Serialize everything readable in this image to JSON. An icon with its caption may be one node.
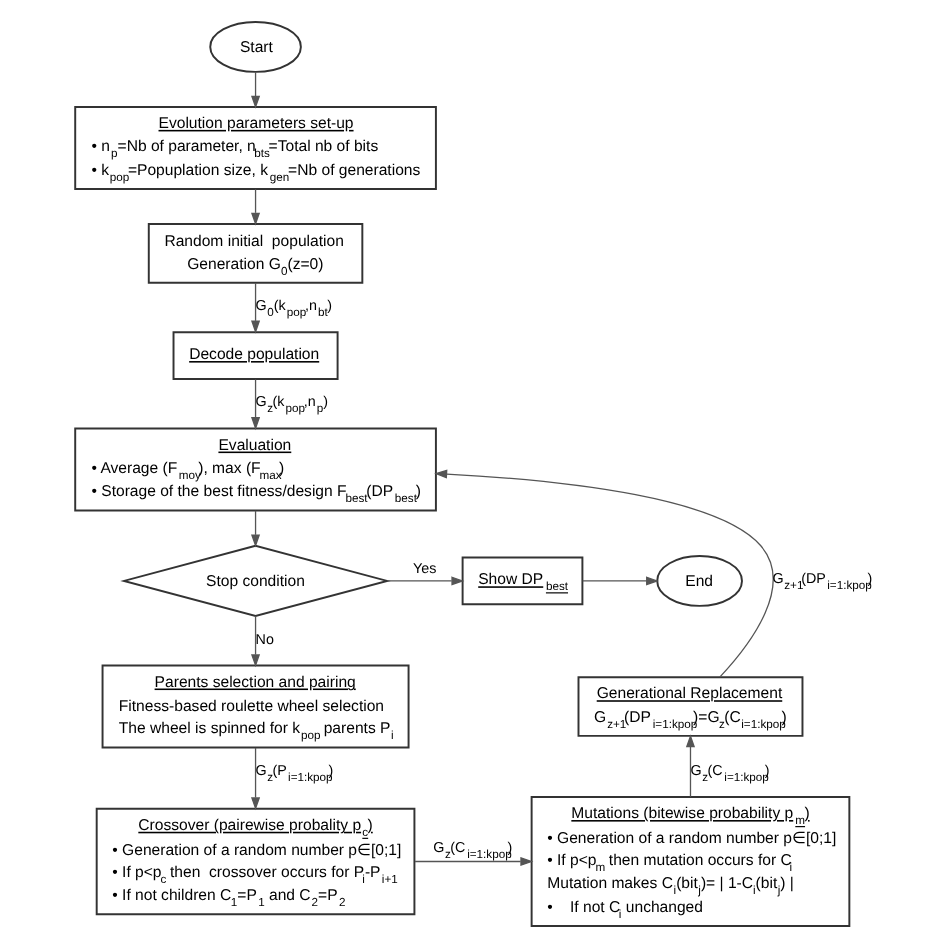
{
  "diagram": {
    "nodes": [
      {
        "text": [
          "Start"
        ]
      },
      {
        "text": [
          "Evolution parameters set-up",
          "• n$_{p}$=Nb of parameter, n$_{bts}$=Total nb of bits",
          "• k$_{pop}$=Popuplation size, k$_{gen}$=Nb of generations"
        ]
      },
      {
        "text": [
          "Random initial  population",
          "Generation G$_{0}$(z=0)"
        ]
      },
      {
        "text": [
          "Decode population"
        ]
      },
      {
        "text": [
          "Evaluation",
          "• Average (F$_{moy}$), max (F$_{max}$)",
          "• Storage of the best fitness/design F$_{best}$(DP$_{best}$)"
        ]
      },
      {
        "text": [
          "Stop condition"
        ]
      },
      {
        "text": [
          "Show DP$_{best}$"
        ]
      },
      {
        "text": [
          "End"
        ]
      },
      {
        "text": [
          "Parents selection and pairing",
          "Fitness-based roulette wheel selection",
          "The wheel is spinned for k$_{pop}$ parents P$_{i}$"
        ]
      },
      {
        "text": [
          "Crossover (pairewise probality p$_{c}$)",
          "• Generation of a random number p∈[0;1]",
          "• If p<p$_{c}$ then  crossover occurs for P$_{i}$-P$_{i+1}$",
          "• If not children C$_{1}$=P$_{1}$ and C$_{2}$=P$_{2}$"
        ]
      },
      {
        "text": [
          "Mutations (bitewise probability p$_{m}$)",
          "• Generation of a random number p∈[0;1]",
          "• If p<p$_{m}$ then mutation occurs for C$_{i}$",
          "Mutation makes C$_{i}$(bit$_{j}$)= | 1-C$_{i}$(bit$_{j}$) |",
          "•    If not C$_{i}$ unchanged"
        ]
      },
      {
        "text": [
          "Generational Replacement",
          "G$_{z+1}$(DP$_{i=1:kpop}$)=G$_{z}$(C$_{i=1:kpop}$)"
        ]
      }
    ],
    "edges": [
      {
        "from": 0,
        "to": 1,
        "arrow": "to"
      },
      {
        "from": 1,
        "to": 2,
        "arrow": "to"
      },
      {
        "from": 2,
        "to": 3,
        "arrow": "to",
        "label": "G$_{0}$(k$_{pop}$,n$_{bt}$)"
      },
      {
        "from": 3,
        "to": 4,
        "arrow": "to",
        "label": "G$_{z}$(k$_{pop}$,n$_{p}$)"
      },
      {
        "from": 4,
        "to": 5,
        "arrow": "to"
      },
      {
        "from": 5,
        "to": 6,
        "arrow": "to",
        "label": "Yes"
      },
      {
        "from": 6,
        "to": 7,
        "arrow": "to"
      },
      {
        "from": 5,
        "to": 8,
        "arrow": "to",
        "label": "No"
      },
      {
        "from": 8,
        "to": 9,
        "arrow": "to",
        "label": "G$_{z}$(P$_{i=1:kpop}$)"
      },
      {
        "from": 9,
        "to": 10,
        "arrow": "to",
        "label": "G$_{z}$(C$_{i=1:kpop}$)"
      },
      {
        "from": 10,
        "to": 11,
        "arrow": "to",
        "label": "G$_{z}$(C$_{i=1:kpop}$)"
      },
      {
        "from": 11,
        "to": 4,
        "arrow": "to",
        "label": "G$_{z+1}$(DP$_{i=1:kpop}$)"
      }
    ]
  }
}
